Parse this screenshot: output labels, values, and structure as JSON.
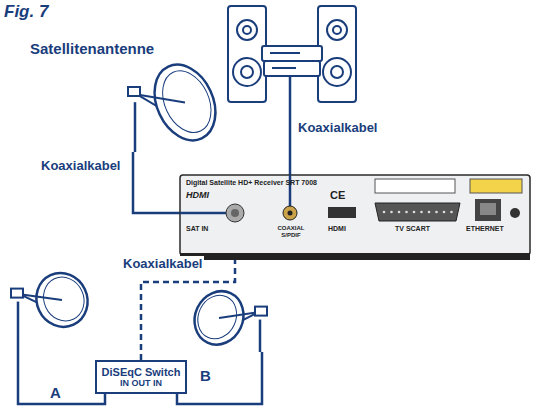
{
  "diagram": {
    "title": "Fig. 7",
    "nodes": [
      {
        "text": [
          "Satellitenantenne"
        ]
      },
      {
        "text": [
          "Digital Satellite HD+ Receiver SRT 7008",
          "HDMI",
          "SAT IN",
          "CE",
          "COAXIAL S/PDIF",
          "HDMI",
          "TV SCART",
          "ETHERNET"
        ]
      },
      {
        "text": [
          "A"
        ]
      },
      {
        "text": [
          "B"
        ]
      },
      {
        "text": [
          "DiSEqC Switch",
          "IN OUT IN"
        ]
      }
    ],
    "edges": [
      {
        "from": 0,
        "to": 1,
        "label": "Koaxialkabel",
        "arrow": "none"
      },
      {
        "from": 4,
        "to": 1,
        "label": "Koaxialkabel",
        "arrow": "none"
      },
      {
        "from": 2,
        "to": 4,
        "arrow": "none"
      },
      {
        "from": 3,
        "to": 4,
        "arrow": "none"
      }
    ],
    "labels": [
      "Koaxialkabel"
    ]
  }
}
